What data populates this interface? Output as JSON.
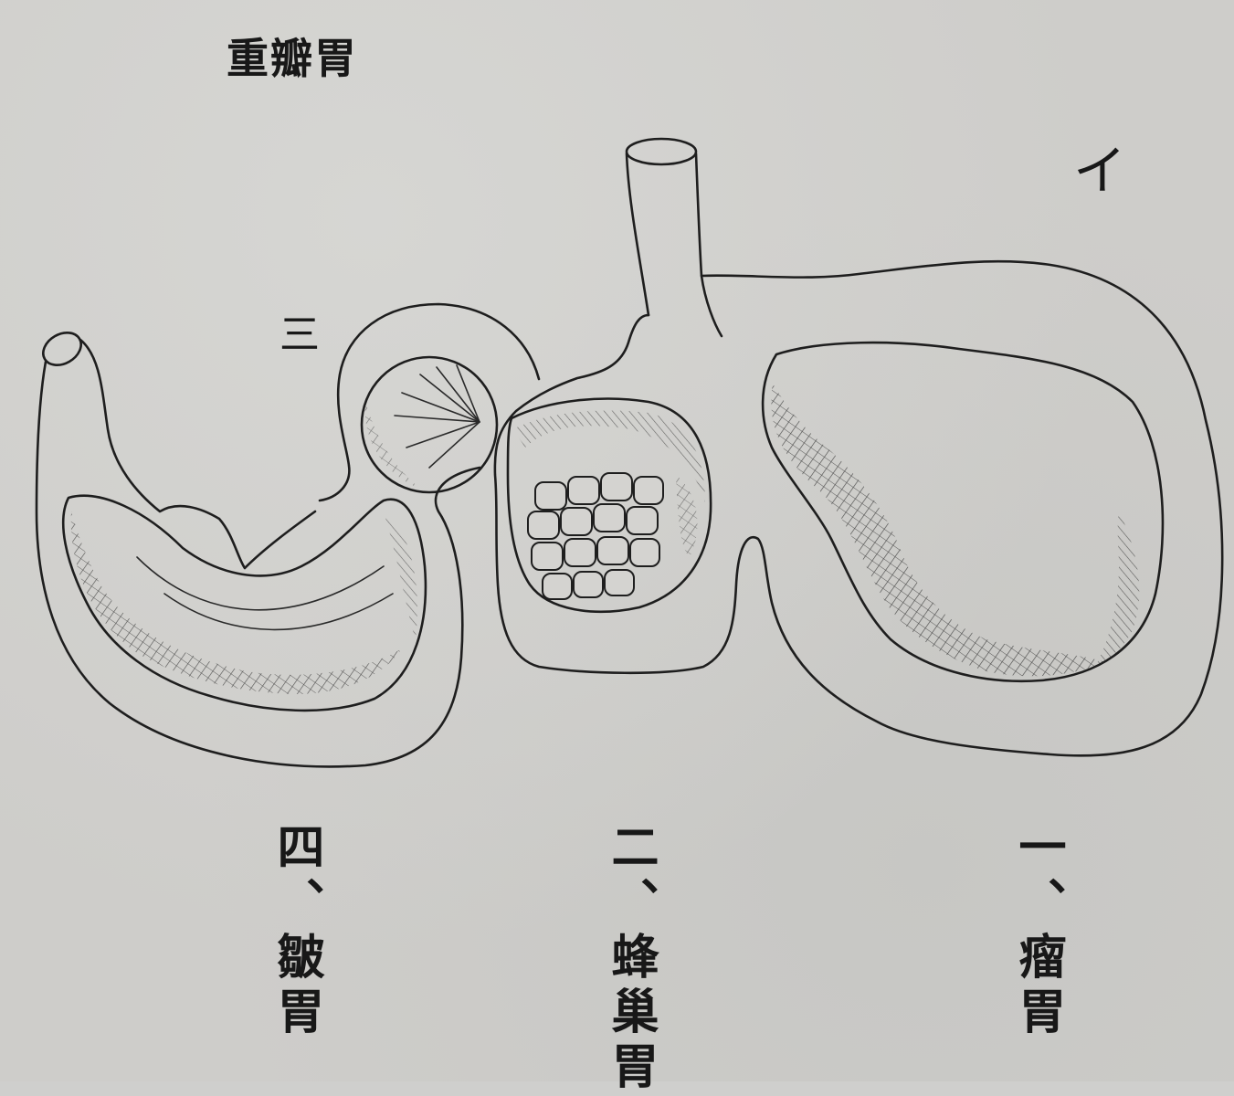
{
  "title": "重瓣胃",
  "marks": {
    "i": "イ",
    "san": "三"
  },
  "labels": {
    "four": "四、皺胃",
    "two": "二、蜂巢胃",
    "one": "一、瘤胃"
  },
  "colors": {
    "paper": "#cecdca",
    "ink": "#1e1e1e"
  }
}
